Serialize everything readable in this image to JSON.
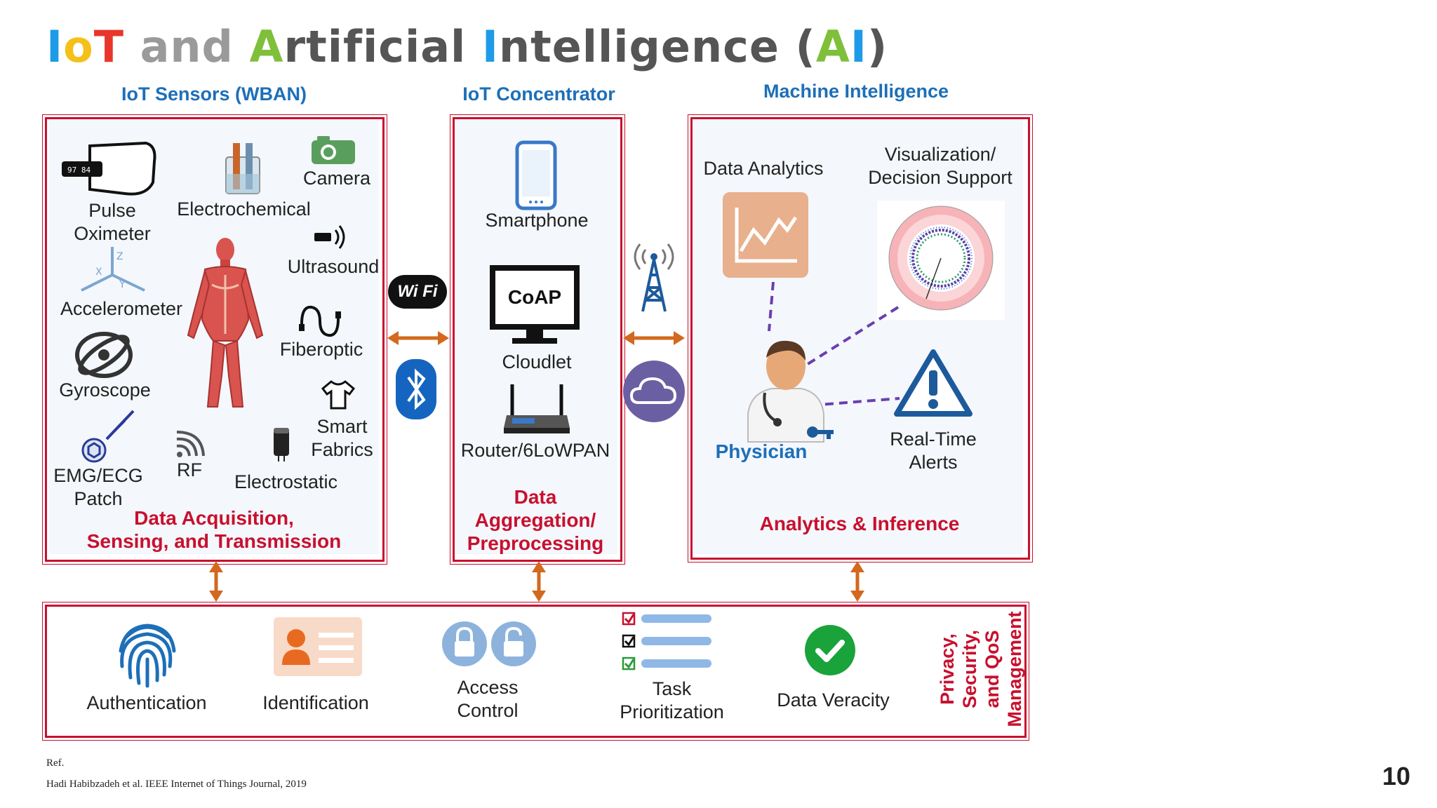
{
  "title": {
    "parts": [
      {
        "text": "I",
        "color": "#1e9be8"
      },
      {
        "text": "o",
        "color": "#f5c018"
      },
      {
        "text": "T",
        "color": "#e8362c"
      },
      {
        "text": " and ",
        "color": "#9a9a9a"
      },
      {
        "text": "A",
        "color": "#7fbf3a"
      },
      {
        "text": "rtificial ",
        "color": "#555555"
      },
      {
        "text": "I",
        "color": "#1e9be8"
      },
      {
        "text": "ntelligence ",
        "color": "#555555"
      },
      {
        "text": "(",
        "color": "#555555"
      },
      {
        "text": "A",
        "color": "#7fbf3a"
      },
      {
        "text": "I",
        "color": "#1e9be8"
      },
      {
        "text": ")",
        "color": "#555555"
      }
    ]
  },
  "sections": {
    "sensors_head": "IoT Sensors (WBAN)",
    "concentrator_head": "IoT Concentrator",
    "machine_head": "Machine Intelligence"
  },
  "sensors": {
    "pulse": "Pulse\nOximeter",
    "oximeter_reading": "97  84",
    "electrochemical": "Electrochemical",
    "camera": "Camera",
    "ultrasound": "Ultrasound",
    "accelerometer": "Accelerometer",
    "fiberoptic": "Fiberoptic",
    "gyroscope": "Gyroscope",
    "smart_fabrics": "Smart\nFabrics",
    "emg": "EMG/ECG\nPatch",
    "rf": "RF",
    "electrostatic": "Electrostatic",
    "footer": "Data Acquisition,\nSensing, and Transmission"
  },
  "concentrator": {
    "smartphone": "Smartphone",
    "coap": "CoAP",
    "cloudlet": "Cloudlet",
    "router": "Router/6LoWPAN",
    "footer": "Data\nAggregation/\nPreprocessing"
  },
  "connectors": {
    "wifi": "Wi Fi"
  },
  "machine": {
    "analytics": "Data Analytics",
    "visualization": "Visualization/\nDecision Support",
    "physician": "Physician",
    "alerts": "Real-Time\nAlerts",
    "footer": "Analytics & Inference"
  },
  "bottom": {
    "authentication": "Authentication",
    "identification": "Identification",
    "access": "Access\nControl",
    "task": "Task\nPrioritization",
    "veracity": "Data Veracity",
    "vertical": "Privacy,\nSecurity,\nand QoS\nManagement"
  },
  "ref": {
    "label": "Ref.",
    "citation": "Hadi Habibzadeh et al. IEEE Internet of Things Journal, 2019"
  },
  "page_number": "10",
  "colors": {
    "box_red": "#c8102e",
    "heading_blue": "#1d6fb8",
    "arrow_orange": "#d2691e",
    "bluetooth_blue": "#1565c0",
    "cloud_purple": "#6b5fa3"
  }
}
